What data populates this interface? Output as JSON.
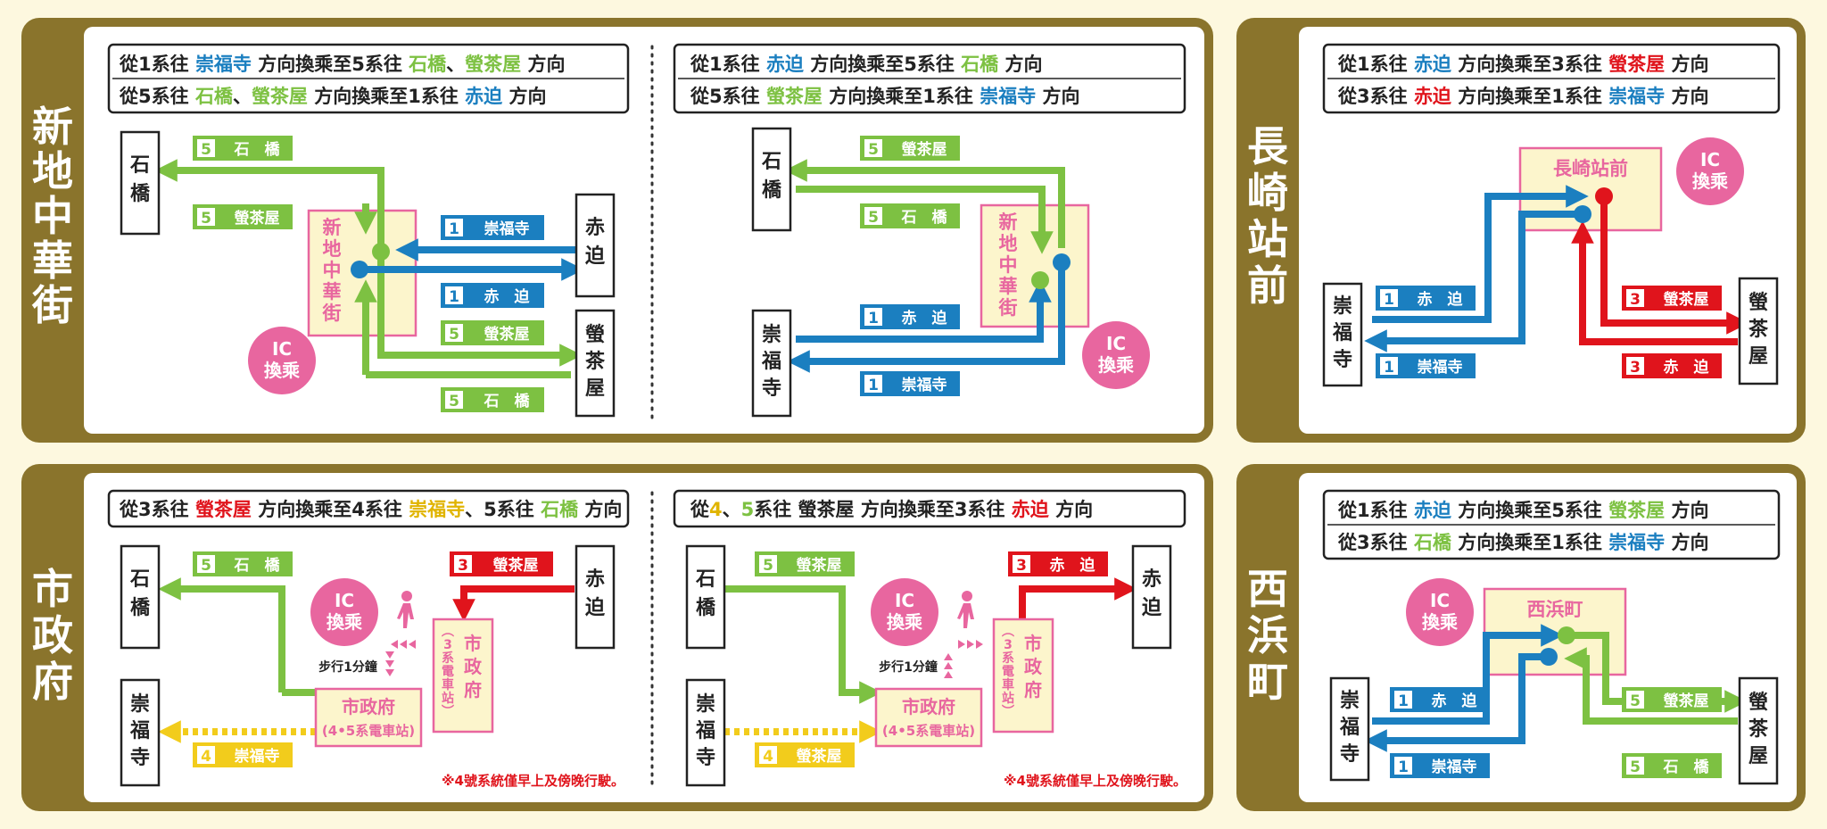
{
  "colors": {
    "frame": "#8a742c",
    "background": "#fdf8df",
    "line1": "#1b7fc0",
    "line3": "#e0141c",
    "line4": "#f2cc1c",
    "line5": "#7dc142",
    "ic": "#e8669f",
    "station_box": "#fcf5cc",
    "station_text": "#e8669f"
  },
  "panels": {
    "shinchi": {
      "title": [
        "新",
        "地",
        "中",
        "華",
        "街"
      ]
    },
    "nagasaki": {
      "title": [
        "長",
        "崎",
        "站",
        "前"
      ]
    },
    "shiyakusho": {
      "title": [
        "市",
        "政",
        "府"
      ]
    },
    "nishihama": {
      "title": [
        "西",
        "浜",
        "町"
      ]
    }
  },
  "ic_label": {
    "top": "IC",
    "bottom": "換乘"
  },
  "walk_label": "步行1分鐘",
  "footnote": "※4號系統僅早上及傍晚行駛。",
  "terminals": {
    "ishibashi": "石橋",
    "akasako": "赤迫",
    "hotarujaya": "螢茶屋",
    "sofukuji": "崇福寺"
  },
  "stations": {
    "shinchi": "新地中華街",
    "nagasaki": "長崎站前",
    "shiyakusho": "市政府",
    "shiyakusho_sub1": "(4•5系電車站)",
    "shiyakusho_sub2": "(3系電車站)",
    "nishihama": "西浜町"
  },
  "captions": {
    "s1a": [
      [
        [
          "從1系往 ",
          "k"
        ],
        [
          "崇福寺",
          "b"
        ],
        [
          " 方向換乘至5系往 ",
          "k"
        ],
        [
          "石橋",
          "g"
        ],
        [
          "、",
          "k"
        ],
        [
          "螢茶屋",
          "g"
        ],
        [
          " 方向",
          "k"
        ]
      ],
      [
        [
          "從5系往 ",
          "k"
        ],
        [
          "石橋",
          "g"
        ],
        [
          "、",
          "k"
        ],
        [
          "螢茶屋",
          "g"
        ],
        [
          " 方向換乘至1系往 ",
          "k"
        ],
        [
          "赤迫",
          "b"
        ],
        [
          " 方向",
          "k"
        ]
      ]
    ],
    "s1b": [
      [
        [
          "從1系往 ",
          "k"
        ],
        [
          "赤迫",
          "b"
        ],
        [
          " 方向換乘至5系往 ",
          "k"
        ],
        [
          "石橋",
          "g"
        ],
        [
          " 方向",
          "k"
        ]
      ],
      [
        [
          "從5系往 ",
          "k"
        ],
        [
          "螢茶屋",
          "g"
        ],
        [
          " 方向換乘至1系往 ",
          "k"
        ],
        [
          "崇福寺",
          "b"
        ],
        [
          " 方向",
          "k"
        ]
      ]
    ],
    "s2": [
      [
        [
          "從1系往 ",
          "k"
        ],
        [
          "赤迫",
          "b"
        ],
        [
          " 方向換乘至3系往 ",
          "k"
        ],
        [
          "螢茶屋",
          "r"
        ],
        [
          " 方向",
          "k"
        ]
      ],
      [
        [
          "從3系往 ",
          "k"
        ],
        [
          "赤迫",
          "r"
        ],
        [
          " 方向換乘至1系往 ",
          "k"
        ],
        [
          "崇福寺",
          "b"
        ],
        [
          " 方向",
          "k"
        ]
      ]
    ],
    "s3a": [
      [
        [
          "從3系往 ",
          "k"
        ],
        [
          "螢茶屋",
          "r"
        ],
        [
          " 方向換乘至4系往 ",
          "k"
        ],
        [
          "崇福寺",
          "y"
        ],
        [
          "、5系往 ",
          "k"
        ],
        [
          "石橋",
          "g"
        ],
        [
          " 方向",
          "k"
        ]
      ]
    ],
    "s3b": [
      [
        [
          "從",
          "k"
        ],
        [
          "4",
          "y"
        ],
        [
          "、",
          "k"
        ],
        [
          "5",
          "g"
        ],
        [
          "系往 螢茶屋 方向換乘至3系往 ",
          "k"
        ],
        [
          "赤迫",
          "r"
        ],
        [
          " 方向",
          "k"
        ]
      ]
    ],
    "s4": [
      [
        [
          "從1系往 ",
          "k"
        ],
        [
          "赤迫",
          "b"
        ],
        [
          " 方向換乘至5系往 ",
          "k"
        ],
        [
          "螢茶屋",
          "g"
        ],
        [
          " 方向",
          "k"
        ]
      ],
      [
        [
          "從3系往 ",
          "k"
        ],
        [
          "石橋",
          "g"
        ],
        [
          " 方向換乘至1系往 ",
          "k"
        ],
        [
          "崇福寺",
          "b"
        ],
        [
          " 方向",
          "k"
        ]
      ]
    ]
  },
  "badges": {
    "s1a": [
      {
        "num": "5",
        "text": "石　橋",
        "line": "5"
      },
      {
        "num": "5",
        "text": "螢茶屋",
        "line": "5"
      },
      {
        "num": "1",
        "text": "崇福寺",
        "line": "1"
      },
      {
        "num": "1",
        "text": "赤　迫",
        "line": "1"
      },
      {
        "num": "5",
        "text": "螢茶屋",
        "line": "5"
      },
      {
        "num": "5",
        "text": "石　橋",
        "line": "5"
      }
    ],
    "s1b": [
      {
        "num": "5",
        "text": "螢茶屋",
        "line": "5"
      },
      {
        "num": "5",
        "text": "石　橋",
        "line": "5"
      },
      {
        "num": "1",
        "text": "赤　迫",
        "line": "1"
      },
      {
        "num": "1",
        "text": "崇福寺",
        "line": "1"
      }
    ],
    "s2": [
      {
        "num": "1",
        "text": "赤　迫",
        "line": "1"
      },
      {
        "num": "1",
        "text": "崇福寺",
        "line": "1"
      },
      {
        "num": "3",
        "text": "螢茶屋",
        "line": "3"
      },
      {
        "num": "3",
        "text": "赤　迫",
        "line": "3"
      }
    ],
    "s3a": [
      {
        "num": "5",
        "text": "石　橋",
        "line": "5"
      },
      {
        "num": "3",
        "text": "螢茶屋",
        "line": "3"
      },
      {
        "num": "4",
        "text": "崇福寺",
        "line": "4"
      }
    ],
    "s3b": [
      {
        "num": "5",
        "text": "螢茶屋",
        "line": "5"
      },
      {
        "num": "3",
        "text": "赤　迫",
        "line": "3"
      },
      {
        "num": "4",
        "text": "螢茶屋",
        "line": "4"
      }
    ],
    "s4": [
      {
        "num": "1",
        "text": "赤　迫",
        "line": "1"
      },
      {
        "num": "1",
        "text": "崇福寺",
        "line": "1"
      },
      {
        "num": "5",
        "text": "螢茶屋",
        "line": "5"
      },
      {
        "num": "5",
        "text": "石　橋",
        "line": "5"
      }
    ]
  }
}
